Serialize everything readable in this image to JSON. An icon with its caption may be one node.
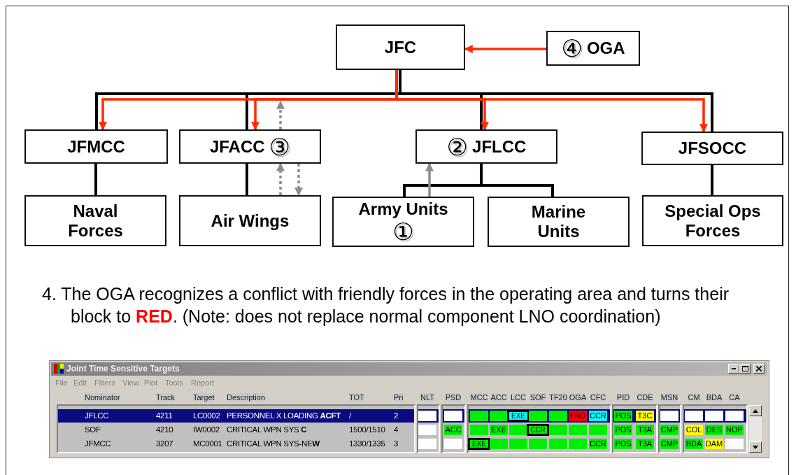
{
  "diagram": {
    "nodes": [
      {
        "text": [
          "JFC"
        ]
      },
      {
        "text": [
          "④",
          "OGA"
        ]
      },
      {
        "text": [
          "JFMCC"
        ]
      },
      {
        "text": [
          "JFACC",
          "③"
        ]
      },
      {
        "text": [
          "②",
          "JFLCC"
        ]
      },
      {
        "text": [
          "JFSOCC"
        ]
      },
      {
        "text": [
          "Naval Forces"
        ]
      },
      {
        "text": [
          "Air Wings"
        ]
      },
      {
        "text": [
          "Army Units",
          "①"
        ]
      },
      {
        "text": [
          "Marine Units"
        ]
      },
      {
        "text": [
          "Special Ops Forces"
        ]
      }
    ],
    "edges": [
      {
        "from": 1,
        "to": 0,
        "arrow": "to",
        "color": "#ff2a00"
      },
      {
        "from": 0,
        "to": 2,
        "arrow": "none"
      },
      {
        "from": 0,
        "to": 3,
        "arrow": "none"
      },
      {
        "from": 0,
        "to": 4,
        "arrow": "none"
      },
      {
        "from": 0,
        "to": 5,
        "arrow": "none"
      },
      {
        "from": 0,
        "to": 2,
        "arrow": "to",
        "color": "#ff2a00"
      },
      {
        "from": 0,
        "to": 3,
        "arrow": "to",
        "color": "#ff2a00"
      },
      {
        "from": 0,
        "to": 4,
        "arrow": "to",
        "color": "#ff2a00"
      },
      {
        "from": 0,
        "to": 5,
        "arrow": "to",
        "color": "#ff2a00"
      },
      {
        "from": 2,
        "to": 6,
        "arrow": "none"
      },
      {
        "from": 3,
        "to": 7,
        "arrow": "none"
      },
      {
        "from": 4,
        "to": 8,
        "arrow": "none"
      },
      {
        "from": 4,
        "to": 9,
        "arrow": "none"
      },
      {
        "from": 5,
        "to": 10,
        "arrow": "none"
      },
      {
        "from": 8,
        "to": 4,
        "arrow": "to",
        "color": "#8c8c8c"
      },
      {
        "from": 7,
        "to": 3,
        "arrow": "to",
        "style": "dashed",
        "color": "#8c8c8c"
      },
      {
        "from": 3,
        "to": 7,
        "arrow": "to",
        "style": "dashed",
        "color": "#8c8c8c"
      },
      {
        "from": 3,
        "to": null,
        "arrow": "to",
        "style": "dashed",
        "color": "#8c8c8c"
      }
    ],
    "labels": [
      "4. The OGA recognizes a conflict with friendly forces in the operating area and turns their block to **RED**. (Note: does not replace normal component LNO coordination)",
      "Joint Time Sensitive Targets",
      "File",
      "Edit",
      "Filters",
      "View",
      "Plot",
      "Tools",
      "Report",
      "Nominator",
      "Track",
      "Target",
      "Description",
      "TOT",
      "Pri",
      "NLT",
      "PSD",
      "MCC",
      "ACC",
      "LCC",
      "SOF",
      "TF20",
      "OGA",
      "CFC",
      "PID",
      "CDE",
      "MSN",
      "CM",
      "BDA",
      "CA",
      "JFLCC",
      "4211",
      "LC0002",
      "PERSONNEL X LOADING **ACFT**",
      "/",
      "2",
      "EXE",
      "FRD",
      "CCR",
      "POS",
      "T3C",
      "SOF",
      "4210",
      "IW0002",
      "CRITICAL WPN SYS **C**",
      "1500/1510",
      "4",
      "ACC",
      "EXE",
      "CCR",
      "POS",
      "T3A",
      "CMP",
      "COL",
      "DES",
      "NOP",
      "JFMCC",
      "3207",
      "MC0001",
      "CRITICAL WPN SYS-NE**W**",
      "1330/1335",
      "3",
      "EXE",
      "CCR",
      "POS",
      "T3A",
      "CMP",
      "BDA",
      "DAM"
    ]
  }
}
